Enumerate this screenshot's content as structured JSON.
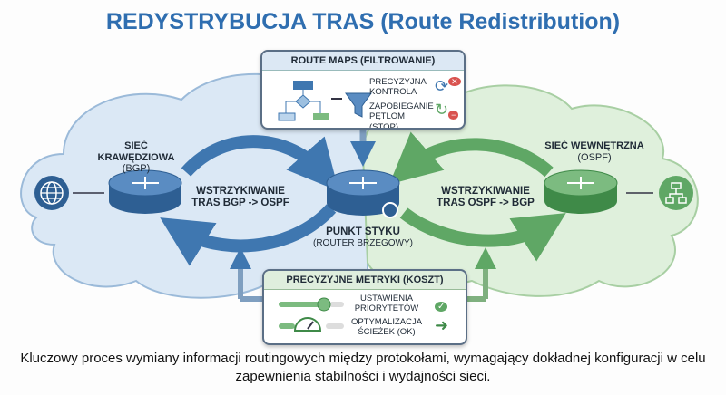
{
  "title": "REDYSTRYBUCJA TRAS (Route Redistribution)",
  "left_zone": {
    "name": "SIEĆ KRAWĘDZIOWA",
    "protocol": "(BGP)"
  },
  "right_zone": {
    "name": "SIEĆ WEWNĘTRZNA",
    "protocol": "(OSPF)"
  },
  "left_flow": "WSTRZYKIWANIE TRAS BGP -> OSPF",
  "right_flow": "WSTRZYKIWANIE TRAS OSPF -> BGP",
  "center": {
    "name": "PUNKT STYKU",
    "sub": "(ROUTER BRZEGOWY)"
  },
  "route_maps": {
    "title": "ROUTE MAPS (FILTROWANIE)",
    "items": [
      "PRECYZYJNA KONTROLA",
      "ZAPOBIEGANIE PĘTLOM (STOP)"
    ]
  },
  "metrics": {
    "title": "PRECYZYJNE METRYKI (KOSZT)",
    "items": [
      "USTAWIENIA PRIORYTETÓW",
      "OPTYMALIZACJA ŚCIEŻEK (OK)"
    ]
  },
  "caption": "Kluczowy proces wymiany informacji routingowych między protokołami, wymagający dokładnej konfiguracji w celu zapewnienia stabilności i wydajności sieci.",
  "colors": {
    "blue": "#2f6eb0",
    "green": "#5fa765",
    "blue_cloud": "#dbe8f5",
    "green_cloud": "#dff0dc"
  }
}
